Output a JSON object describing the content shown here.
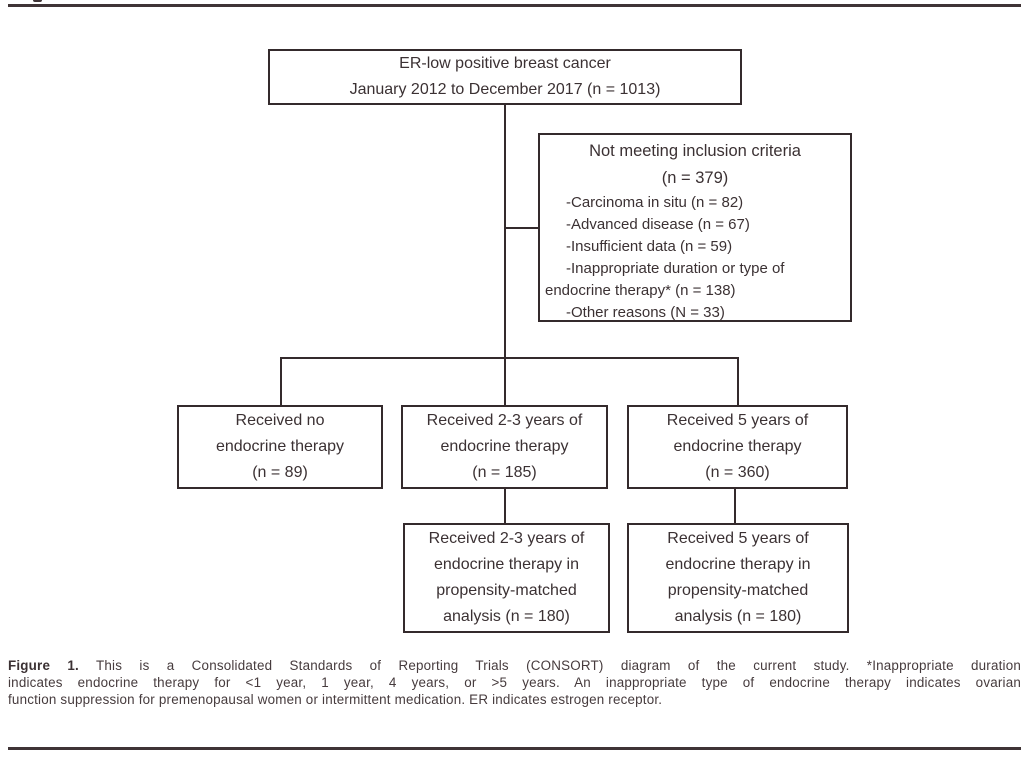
{
  "colors": {
    "ink": "#3b3133",
    "box_border": "#342a2c",
    "rule": "#3f3436",
    "background": "#ffffff"
  },
  "flowchart": {
    "top_box": {
      "lines": [
        "ER-low positive breast cancer",
        "January 2012 to December 2017 (n = 1013)"
      ]
    },
    "exclusion_box": {
      "title": "Not meeting inclusion criteria",
      "subtitle": "(n = 379)",
      "items": [
        "-Carcinoma in situ (n = 82)",
        "-Advanced disease (n = 67)",
        "-Insufficient data (n = 59)",
        "-Inappropriate duration or type of endocrine therapy* (n = 138)",
        "-Other reasons (N = 33)"
      ]
    },
    "arm_boxes": [
      {
        "lines": [
          "Received no",
          "endocrine therapy",
          "(n = 89)"
        ]
      },
      {
        "lines": [
          "Received 2-3 years of",
          "endocrine therapy",
          "(n = 185)"
        ]
      },
      {
        "lines": [
          "Received 5 years of",
          "endocrine therapy",
          "(n = 360)"
        ]
      }
    ],
    "matched_boxes": [
      {
        "lines": [
          "Received 2-3 years of",
          "endocrine therapy in",
          "propensity-matched",
          "analysis (n = 180)"
        ]
      },
      {
        "lines": [
          "Received 5 years of",
          "endocrine therapy in",
          "propensity-matched",
          "analysis (n = 180)"
        ]
      }
    ]
  },
  "caption": {
    "label": "Figure 1.",
    "lines": [
      "This is a Consolidated Standards of Reporting Trials (CONSORT) diagram of the current study. *Inappropriate duration",
      "indicates endocrine therapy for <1 year, 1 year, 4 years, or >5 years. An inappropriate type of endocrine therapy indicates ovarian",
      "function suppression for premenopausal women or intermittent medication. ER indicates estrogen receptor."
    ]
  }
}
